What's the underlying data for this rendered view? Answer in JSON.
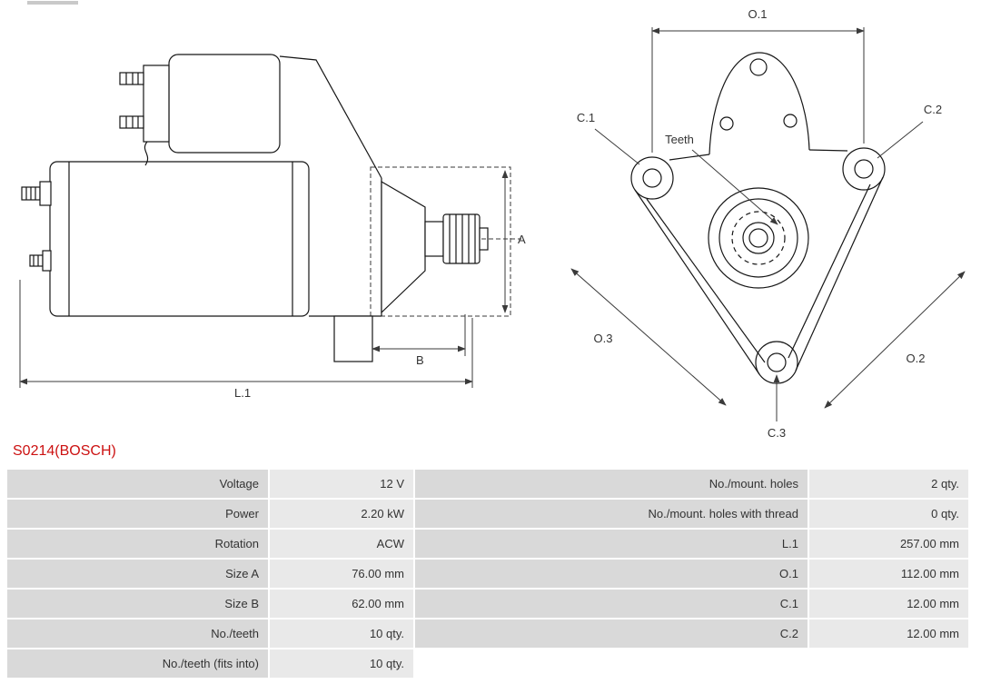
{
  "title": "S0214(BOSCH)",
  "colors": {
    "title_red": "#cc1111",
    "label_cell_bg": "#d9d9d9",
    "value_cell_bg": "#e9e9e9",
    "line": "#161616"
  },
  "diagram": {
    "side_view": {
      "labels": {
        "a": "A",
        "b": "B",
        "l1": "L.1"
      }
    },
    "front_view": {
      "labels": {
        "o1": "O.1",
        "o2": "O.2",
        "o3": "O.3",
        "c1": "C.1",
        "c2": "C.2",
        "c3": "C.3",
        "teeth": "Teeth"
      }
    }
  },
  "table": {
    "rows": [
      {
        "l1": "Voltage",
        "v1": "12 V",
        "l2": "No./mount. holes",
        "v2": "2 qty."
      },
      {
        "l1": "Power",
        "v1": "2.20 kW",
        "l2": "No./mount. holes with thread",
        "v2": "0 qty."
      },
      {
        "l1": "Rotation",
        "v1": "ACW",
        "l2": "L.1",
        "v2": "257.00 mm"
      },
      {
        "l1": "Size A",
        "v1": "76.00 mm",
        "l2": "O.1",
        "v2": "112.00 mm"
      },
      {
        "l1": "Size B",
        "v1": "62.00 mm",
        "l2": "C.1",
        "v2": "12.00 mm"
      },
      {
        "l1": "No./teeth",
        "v1": "10 qty.",
        "l2": "C.2",
        "v2": "12.00 mm"
      },
      {
        "l1": "No./teeth (fits into)",
        "v1": "10 qty.",
        "l2": "",
        "v2": ""
      }
    ]
  }
}
